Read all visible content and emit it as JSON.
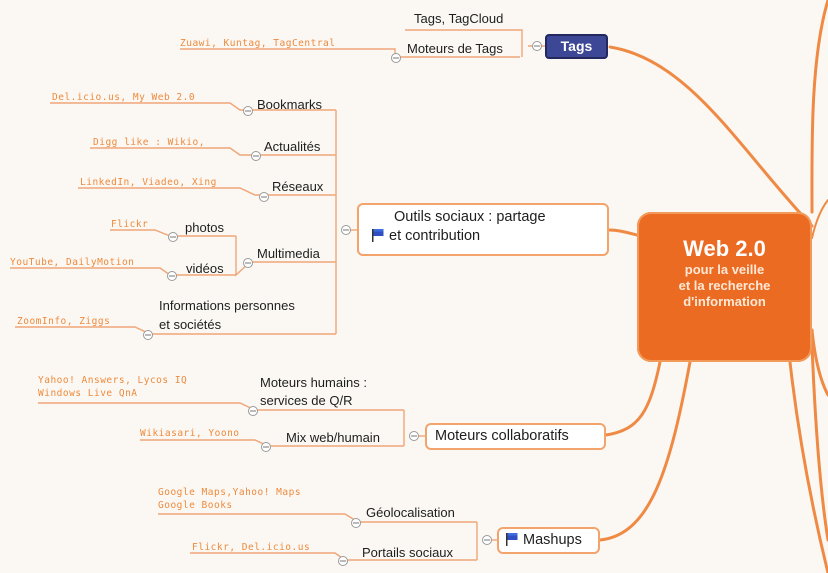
{
  "central": {
    "title": "Web 2.0",
    "subtitle_lines": [
      "pour la veille",
      "et la recherche",
      "d'information"
    ]
  },
  "colors": {
    "central_fill": "#ec6b22",
    "branch_line": "#ef8a45",
    "tags_fill": "#3c4896",
    "leaf_text": "#ee8a3c"
  },
  "tags": {
    "label": "Tags",
    "children": [
      {
        "label": "Tags, TagCloud"
      },
      {
        "label": "Moteurs de Tags",
        "leaf": "Zuawi, Kuntag, TagCentral"
      }
    ]
  },
  "outils": {
    "line1": "Outils sociaux :  partage",
    "line2": "et contribution",
    "icon": "flag-icon",
    "children": [
      {
        "label": "Bookmarks",
        "leaf": "Del.icio.us, My Web 2.0"
      },
      {
        "label": "Actualités",
        "leaf": "Digg like : Wikio,"
      },
      {
        "label": "Réseaux",
        "leaf": "LinkedIn, Viadeo, Xing"
      },
      {
        "label": "Multimedia",
        "children": [
          {
            "label": "photos",
            "leaf": "Flickr"
          },
          {
            "label": "vidéos",
            "leaf": "YouTube, DailyMotion"
          }
        ]
      },
      {
        "label_line1": "Informations personnes",
        "label_line2": "et sociétés",
        "leaf": "ZoomInfo, Ziggs"
      }
    ]
  },
  "collab": {
    "label": "Moteurs collaboratifs",
    "children": [
      {
        "label_line1": "Moteurs humains :",
        "label_line2": "services de Q/R",
        "leaf_line1": "Yahoo! Answers, Lycos IQ",
        "leaf_line2": "Windows Live QnA"
      },
      {
        "label": "Mix web/humain",
        "leaf": "Wikiasari, Yoono"
      }
    ]
  },
  "mashups": {
    "label": "Mashups",
    "icon": "flag-icon",
    "children": [
      {
        "label": "Géolocalisation",
        "leaf_line1": "Google Maps,Yahoo! Maps",
        "leaf_line2": "Google Books"
      },
      {
        "label": "Portails sociaux",
        "leaf": "Flickr, Del.icio.us"
      }
    ]
  }
}
